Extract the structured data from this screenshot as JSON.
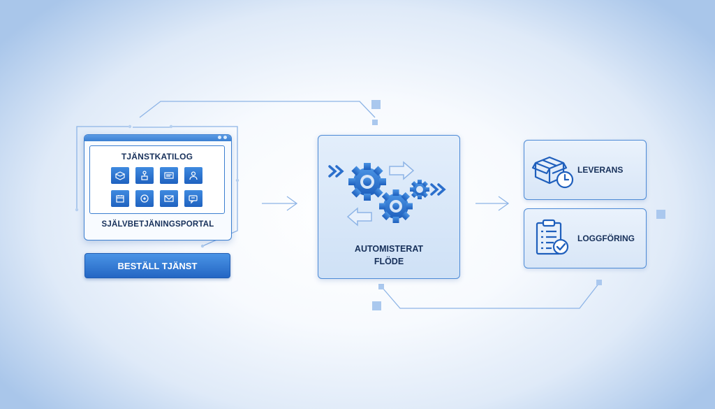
{
  "portal": {
    "catalog_title": "TJÄNSTKATILOG",
    "label": "SJÄLVBETJÄNINGSPORTAL",
    "catalog_icons": [
      "package-icon",
      "document-pin-icon",
      "ticket-icon",
      "user-icon",
      "calendar-icon",
      "gift-icon",
      "mail-icon",
      "chat-icon"
    ]
  },
  "order_button": {
    "label": "BESTÄLL TJÄNST"
  },
  "automation": {
    "line1": "AUTOMISTERAT",
    "line2": "FLÖDE",
    "icon": "gears-icon"
  },
  "outputs": [
    {
      "label": "LEVERANS",
      "icon": "box-clock-icon"
    },
    {
      "label": "LOGGFÖRING",
      "icon": "clipboard-check-icon"
    }
  ],
  "colors": {
    "accent": "#2466c4",
    "line": "#8db4e6",
    "text": "#17305a"
  }
}
